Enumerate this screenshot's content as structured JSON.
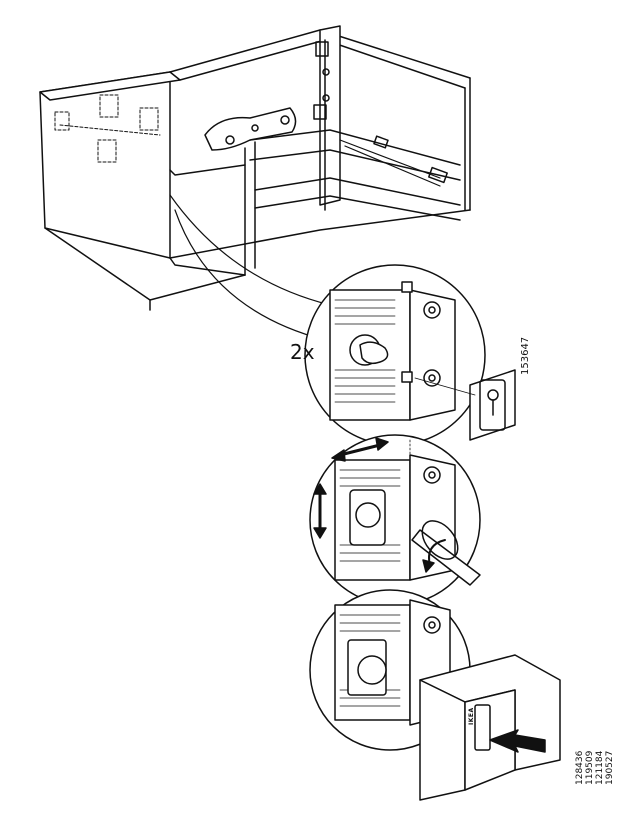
{
  "step_label": "2x",
  "part_number": "153647",
  "doc_numbers": [
    "128436",
    "119509",
    "121184",
    "190527"
  ],
  "logo": "IKEA",
  "colors": {
    "line": "#111111",
    "fill": "#ffffff",
    "shade": "#dddddd"
  }
}
